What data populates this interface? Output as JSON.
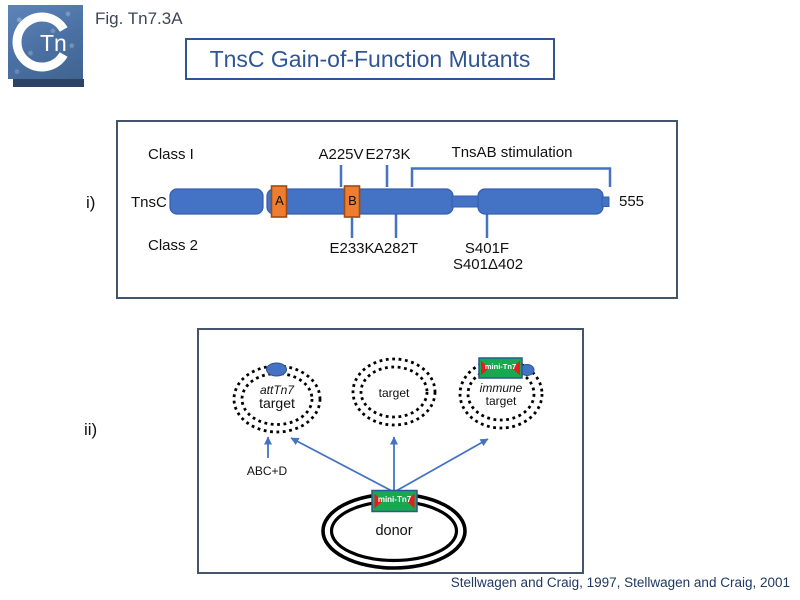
{
  "logo": {
    "text": "Tn"
  },
  "header": {
    "fig_label": "Fig. Tn7.3A",
    "title": "TnsC Gain-of-Function Mutants"
  },
  "panel_i": {
    "index_label": "i)",
    "class_1_label": "Class I",
    "class_2_label": "Class 2",
    "protein_name": "TnsC",
    "protein_length": "555",
    "domain_a_label": "A",
    "domain_b_label": "B",
    "bracket_label": "TnsAB stimulation",
    "mutations": {
      "a225v": "A225V",
      "e273k": "E273K",
      "e233k": "E233K",
      "a282t": "A282T",
      "s401f": "S401F",
      "s401d402": "S401Δ402"
    }
  },
  "panel_ii": {
    "index_label": "ii)",
    "att_plasmid": {
      "line1": "attTn7",
      "line2": "target"
    },
    "target_plasmid": {
      "label": "target"
    },
    "immune_plasmid": {
      "line1": "immune",
      "line2": "target",
      "insert_label": "mini-Tn7"
    },
    "proteins_label": "ABC+D",
    "donor_plasmid": {
      "label": "donor",
      "insert_label": "mini-Tn7"
    }
  },
  "footer": {
    "citation": "Stellwagen and Craig, 1997, Stellwagen and Craig, 2001"
  },
  "colors": {
    "accent_blue": "#4472C4",
    "bar_border_blue": "#365FAD",
    "domain_orange": "#ED7D31",
    "domain_border": "#9E4A12",
    "insert_green": "#17A94F",
    "insert_border_blue": "#2F5597",
    "end_red": "#E02020",
    "title_blue": "#2F5597",
    "citation_navy": "#1F3864",
    "panel_border": "#44546A"
  }
}
